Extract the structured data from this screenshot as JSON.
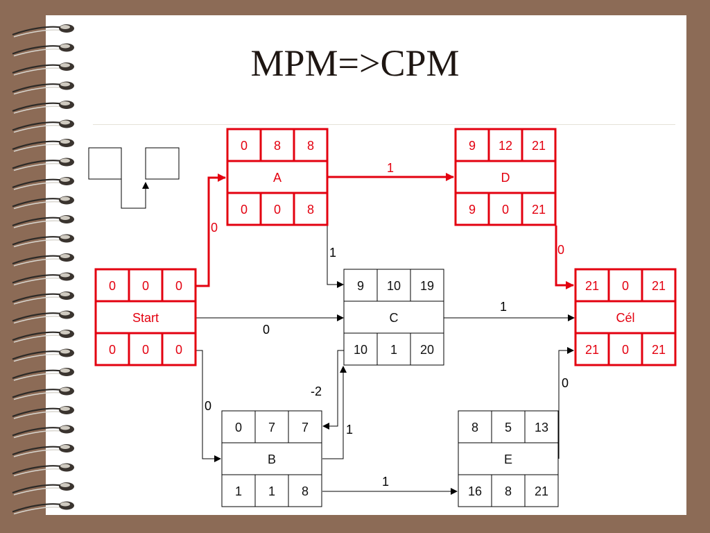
{
  "slide": {
    "title": "MPM=>CPM"
  },
  "colors": {
    "critical": "#e3000f",
    "normal": "#000000",
    "background": "#8c6b56",
    "paper": "#ffffff"
  },
  "nodes": {
    "start": {
      "name": "Start",
      "top": [
        "0",
        "0",
        "0"
      ],
      "bottom": [
        "0",
        "0",
        "0"
      ],
      "critical": true
    },
    "a": {
      "name": "A",
      "top": [
        "0",
        "8",
        "8"
      ],
      "bottom": [
        "0",
        "0",
        "8"
      ],
      "critical": true
    },
    "d": {
      "name": "D",
      "top": [
        "9",
        "12",
        "21"
      ],
      "bottom": [
        "9",
        "0",
        "21"
      ],
      "critical": true
    },
    "c": {
      "name": "C",
      "top": [
        "9",
        "10",
        "19"
      ],
      "bottom": [
        "10",
        "1",
        "20"
      ],
      "critical": false
    },
    "cel": {
      "name": "Cél",
      "top": [
        "21",
        "0",
        "21"
      ],
      "bottom": [
        "21",
        "0",
        "21"
      ],
      "critical": true
    },
    "b": {
      "name": "B",
      "top": [
        "0",
        "7",
        "7"
      ],
      "bottom": [
        "1",
        "1",
        "8"
      ],
      "critical": false
    },
    "e": {
      "name": "E",
      "top": [
        "8",
        "5",
        "13"
      ],
      "bottom": [
        "16",
        "8",
        "21"
      ],
      "critical": false
    }
  },
  "edges": {
    "start_a": "0",
    "a_d": "1",
    "a_c": "1",
    "d_cel": "0",
    "start_c": "0",
    "c_cel": "1",
    "start_b": "0",
    "c_b": "-2",
    "b_c": "1",
    "b_e": "1",
    "e_cel": "0"
  }
}
